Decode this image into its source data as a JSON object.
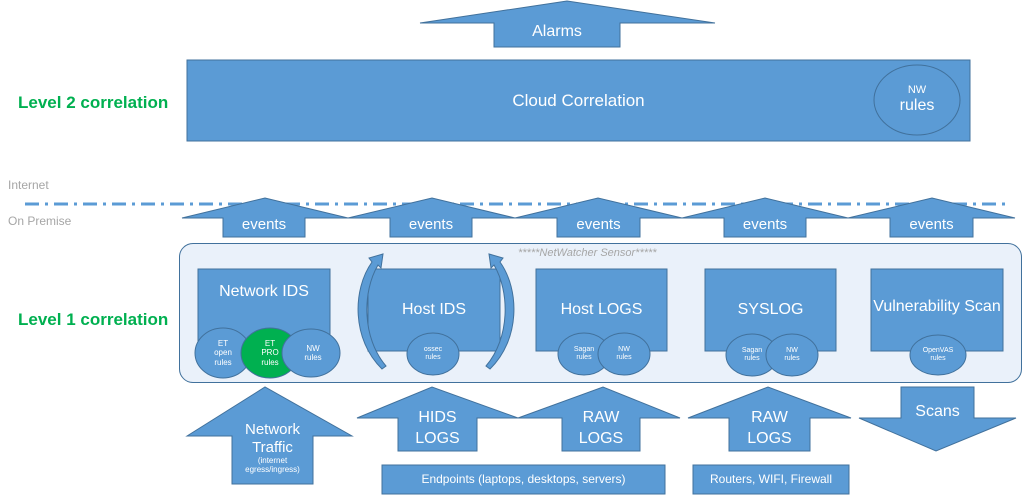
{
  "colors": {
    "shape_fill": "#5b9bd5",
    "shape_stroke": "#41719c",
    "level_label": "#00b050",
    "et_pro_fill": "#00b050",
    "sensor_bg": "#eaf1fa",
    "boundary_line": "#5b9bd5",
    "zone_label": "#a6a6a6"
  },
  "labels": {
    "level2": "Level 2 correlation",
    "level1": "Level 1 correlation",
    "internet": "Internet",
    "on_premise": "On Premise"
  },
  "top": {
    "alarms": "Alarms",
    "cloud_correlation": "Cloud Correlation",
    "nw_rules_line1": "NW",
    "nw_rules_line2": "rules"
  },
  "events": [
    "events",
    "events",
    "events",
    "events",
    "events"
  ],
  "sensor": {
    "title": "*****NetWatcher Sensor*****",
    "modules": [
      {
        "name": "Network IDS",
        "rules": [
          [
            "ET",
            "open",
            "rules"
          ],
          [
            "ET",
            "PRO",
            "rules"
          ],
          [
            "NW",
            "rules"
          ]
        ]
      },
      {
        "name": "Host IDS",
        "rules": [
          [
            "ossec",
            "rules"
          ]
        ]
      },
      {
        "name": "Host LOGS",
        "rules": [
          [
            "Sagan",
            "rules"
          ],
          [
            "NW",
            "rules"
          ]
        ]
      },
      {
        "name": "SYSLOG",
        "rules": [
          [
            "Sagan",
            "rules"
          ],
          [
            "NW",
            "rules"
          ]
        ]
      },
      {
        "name": "Vulnerability Scan",
        "rules": [
          [
            "OpenVAS",
            "rules"
          ]
        ]
      }
    ]
  },
  "inputs": {
    "network_traffic": {
      "line1": "Network",
      "line2": "Traffic",
      "sub1": "(internet",
      "sub2": "egress/ingress)"
    },
    "hids_logs": {
      "line1": "HIDS",
      "line2": "LOGS"
    },
    "raw_logs_host": {
      "line1": "RAW",
      "line2": "LOGS"
    },
    "raw_logs_syslog": {
      "line1": "RAW",
      "line2": "LOGS"
    },
    "scans": "Scans"
  },
  "sources": {
    "endpoints": "Endpoints (laptops, desktops, servers)",
    "network_devices": "Routers, WIFI, Firewall"
  }
}
